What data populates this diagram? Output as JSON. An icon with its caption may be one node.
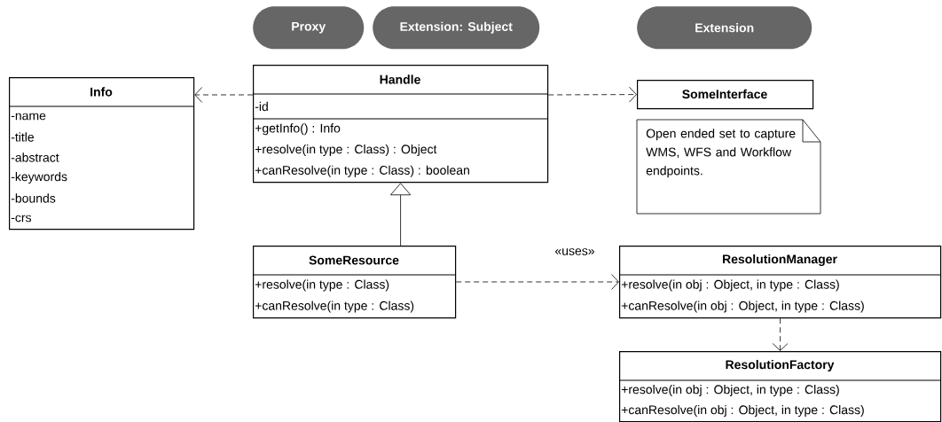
{
  "diagram": {
    "nodes": [
      {
        "text": [
          "Proxy"
        ]
      },
      {
        "text": [
          "Extension: Subject"
        ]
      },
      {
        "text": [
          "Extension"
        ]
      },
      {
        "text": [
          "Info",
          "-name",
          "-title",
          "-abstract",
          "-keywords",
          "-bounds",
          "-crs"
        ]
      },
      {
        "text": [
          "Handle",
          "-id",
          "+getInfo() : Info",
          "+resolve(in type : Class) : Object",
          "+canResolve(in type : Class) : boolean"
        ]
      },
      {
        "text": [
          "SomeInterface"
        ]
      },
      {
        "text": [
          "Open ended set to capture WMS, WFS and Workflow endpoints."
        ]
      },
      {
        "text": [
          "SomeResource",
          "+resolve(in type : Class)",
          "+canResolve(in type : Class)"
        ]
      },
      {
        "text": [
          "ResolutionManager",
          "+resolve(in obj : Object, in type : Class)",
          "+canResolve(in obj : Object, in type : Class)"
        ]
      },
      {
        "text": [
          "ResolutionFactory",
          "+resolve(in obj : Object, in type : Class)",
          "+canResolve(in obj : Object, in type : Class)"
        ]
      }
    ],
    "edges": [
      {
        "from": 4,
        "to": 3,
        "arrow": "to",
        "style": "dashed"
      },
      {
        "from": 4,
        "to": 5,
        "arrow": "to",
        "style": "dashed"
      },
      {
        "from": 7,
        "to": 4,
        "arrow": "to"
      },
      {
        "from": 7,
        "to": 8,
        "arrow": "to",
        "style": "dashed",
        "label": "«uses»"
      },
      {
        "from": 8,
        "to": 9,
        "arrow": "to",
        "style": "dashed"
      }
    ]
  }
}
